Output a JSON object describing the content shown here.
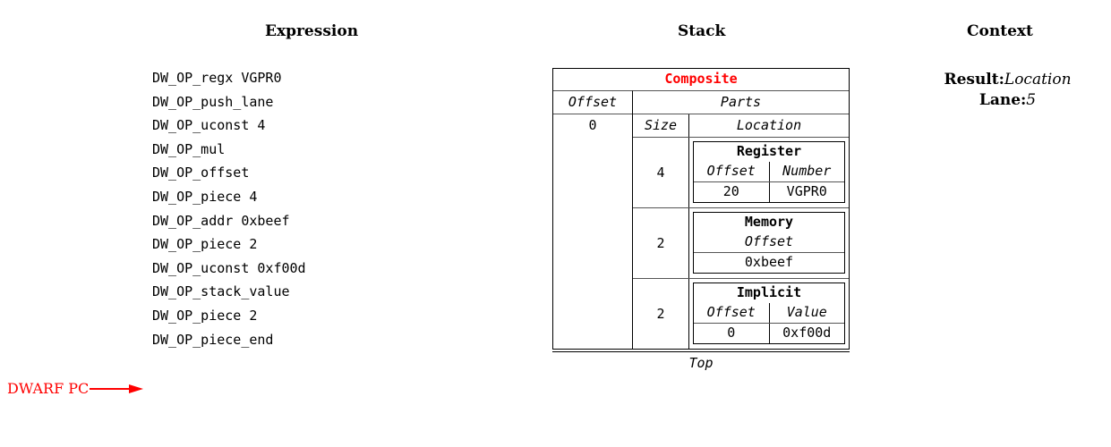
{
  "headers": {
    "expression": "Expression",
    "stack": "Stack",
    "context": "Context"
  },
  "expression": {
    "lines": [
      "DW_OP_regx VGPR0",
      "DW_OP_push_lane",
      "DW_OP_uconst 4",
      "DW_OP_mul",
      "DW_OP_offset",
      "DW_OP_piece 4",
      "DW_OP_addr 0xbeef",
      "DW_OP_piece 2",
      "DW_OP_uconst 0xf00d",
      "DW_OP_stack_value",
      "DW_OP_piece 2",
      "DW_OP_piece_end"
    ],
    "pc_marker_label": "DWARF PC",
    "pc_marker_color": "#ff0000"
  },
  "stack": {
    "entry_title": "Composite",
    "entry_title_color": "#ff0000",
    "offset_header": "Offset",
    "offset_value": "0",
    "parts_header": "Parts",
    "size_header": "Size",
    "location_header": "Location",
    "top_label": "Top",
    "parts": [
      {
        "size": "4",
        "kind": "Register",
        "fields": [
          "Offset",
          "Number"
        ],
        "values": [
          "20",
          "VGPR0"
        ]
      },
      {
        "size": "2",
        "kind": "Memory",
        "fields": [
          "Offset"
        ],
        "values": [
          "0xbeef"
        ]
      },
      {
        "size": "2",
        "kind": "Implicit",
        "fields": [
          "Offset",
          "Value"
        ],
        "values": [
          "0",
          "0xf00d"
        ]
      }
    ]
  },
  "context": {
    "entries": [
      {
        "key": "Result:",
        "value": "Location"
      },
      {
        "key": "Lane:",
        "value": "5"
      }
    ]
  }
}
